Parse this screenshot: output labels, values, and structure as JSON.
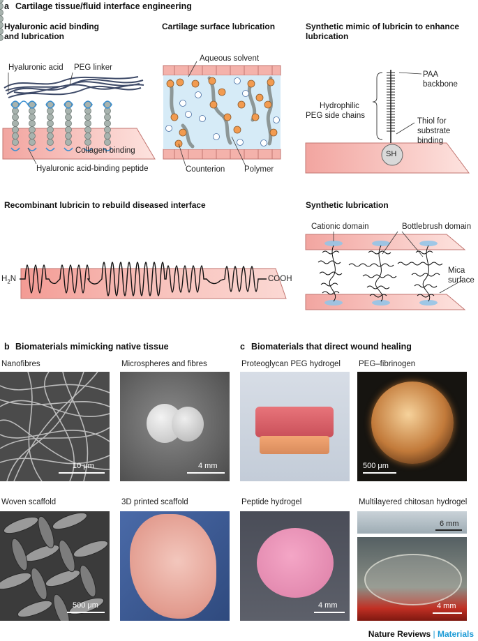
{
  "section_a": {
    "letter": "a",
    "title": "Cartilage tissue/fluid interface engineering",
    "panel1": {
      "title_line1": "Hyaluronic acid binding",
      "title_line2": "and lubrication",
      "labels": {
        "ha": "Hyaluronic acid",
        "peg": "PEG linker",
        "collagen": "Collagen binding",
        "peptide": "Hyaluronic acid-binding peptide"
      }
    },
    "panel2": {
      "title": "Cartilage surface lubrication",
      "labels": {
        "solvent": "Aqueous solvent",
        "counterion": "Counterion",
        "polymer": "Polymer"
      }
    },
    "panel3": {
      "title_line1": "Synthetic mimic of lubricin to enhance",
      "title_line2": "lubrication",
      "labels": {
        "paa1": "PAA",
        "paa2": "backbone",
        "peg1": "Hydrophilic",
        "peg2": "PEG side chains",
        "thiol1": "Thiol for",
        "thiol2": "substrate",
        "thiol3": "binding",
        "sh": "SH"
      }
    },
    "panel4": {
      "title": "Recombinant lubricin to rebuild diseased interface",
      "labels": {
        "n": "H",
        "n_sub": "2",
        "n_end": "N",
        "c": "COOH"
      }
    },
    "panel5": {
      "title": "Synthetic lubrication",
      "labels": {
        "cationic": "Cationic domain",
        "bottlebrush": "Bottlebrush domain",
        "mica1": "Mica",
        "mica2": "surface"
      }
    }
  },
  "section_b": {
    "letter": "b",
    "title": "Biomaterials mimicking native tissue",
    "photos": [
      {
        "caption": "Nanofibres",
        "scale": "10 μm"
      },
      {
        "caption": "Microspheres and fibres",
        "scale": "4 mm"
      },
      {
        "caption": "Woven scaffold",
        "scale": "500 μm"
      },
      {
        "caption": "3D printed scaffold",
        "scale": ""
      }
    ]
  },
  "section_c": {
    "letter": "c",
    "title": "Biomaterials that direct wound healing",
    "photos": [
      {
        "caption": "Proteoglycan PEG hydrogel",
        "scale": ""
      },
      {
        "caption": "PEG–fibrinogen",
        "scale": "500 μm"
      },
      {
        "caption": "Peptide hydrogel",
        "scale": "4 mm"
      },
      {
        "caption": "Multilayered chitosan hydrogel",
        "scale": "6 mm",
        "scale2": "4 mm"
      }
    ]
  },
  "footer": {
    "journal": "Nature Reviews",
    "separator": "|",
    "section": "Materials",
    "accent": "#1a9ad6"
  }
}
